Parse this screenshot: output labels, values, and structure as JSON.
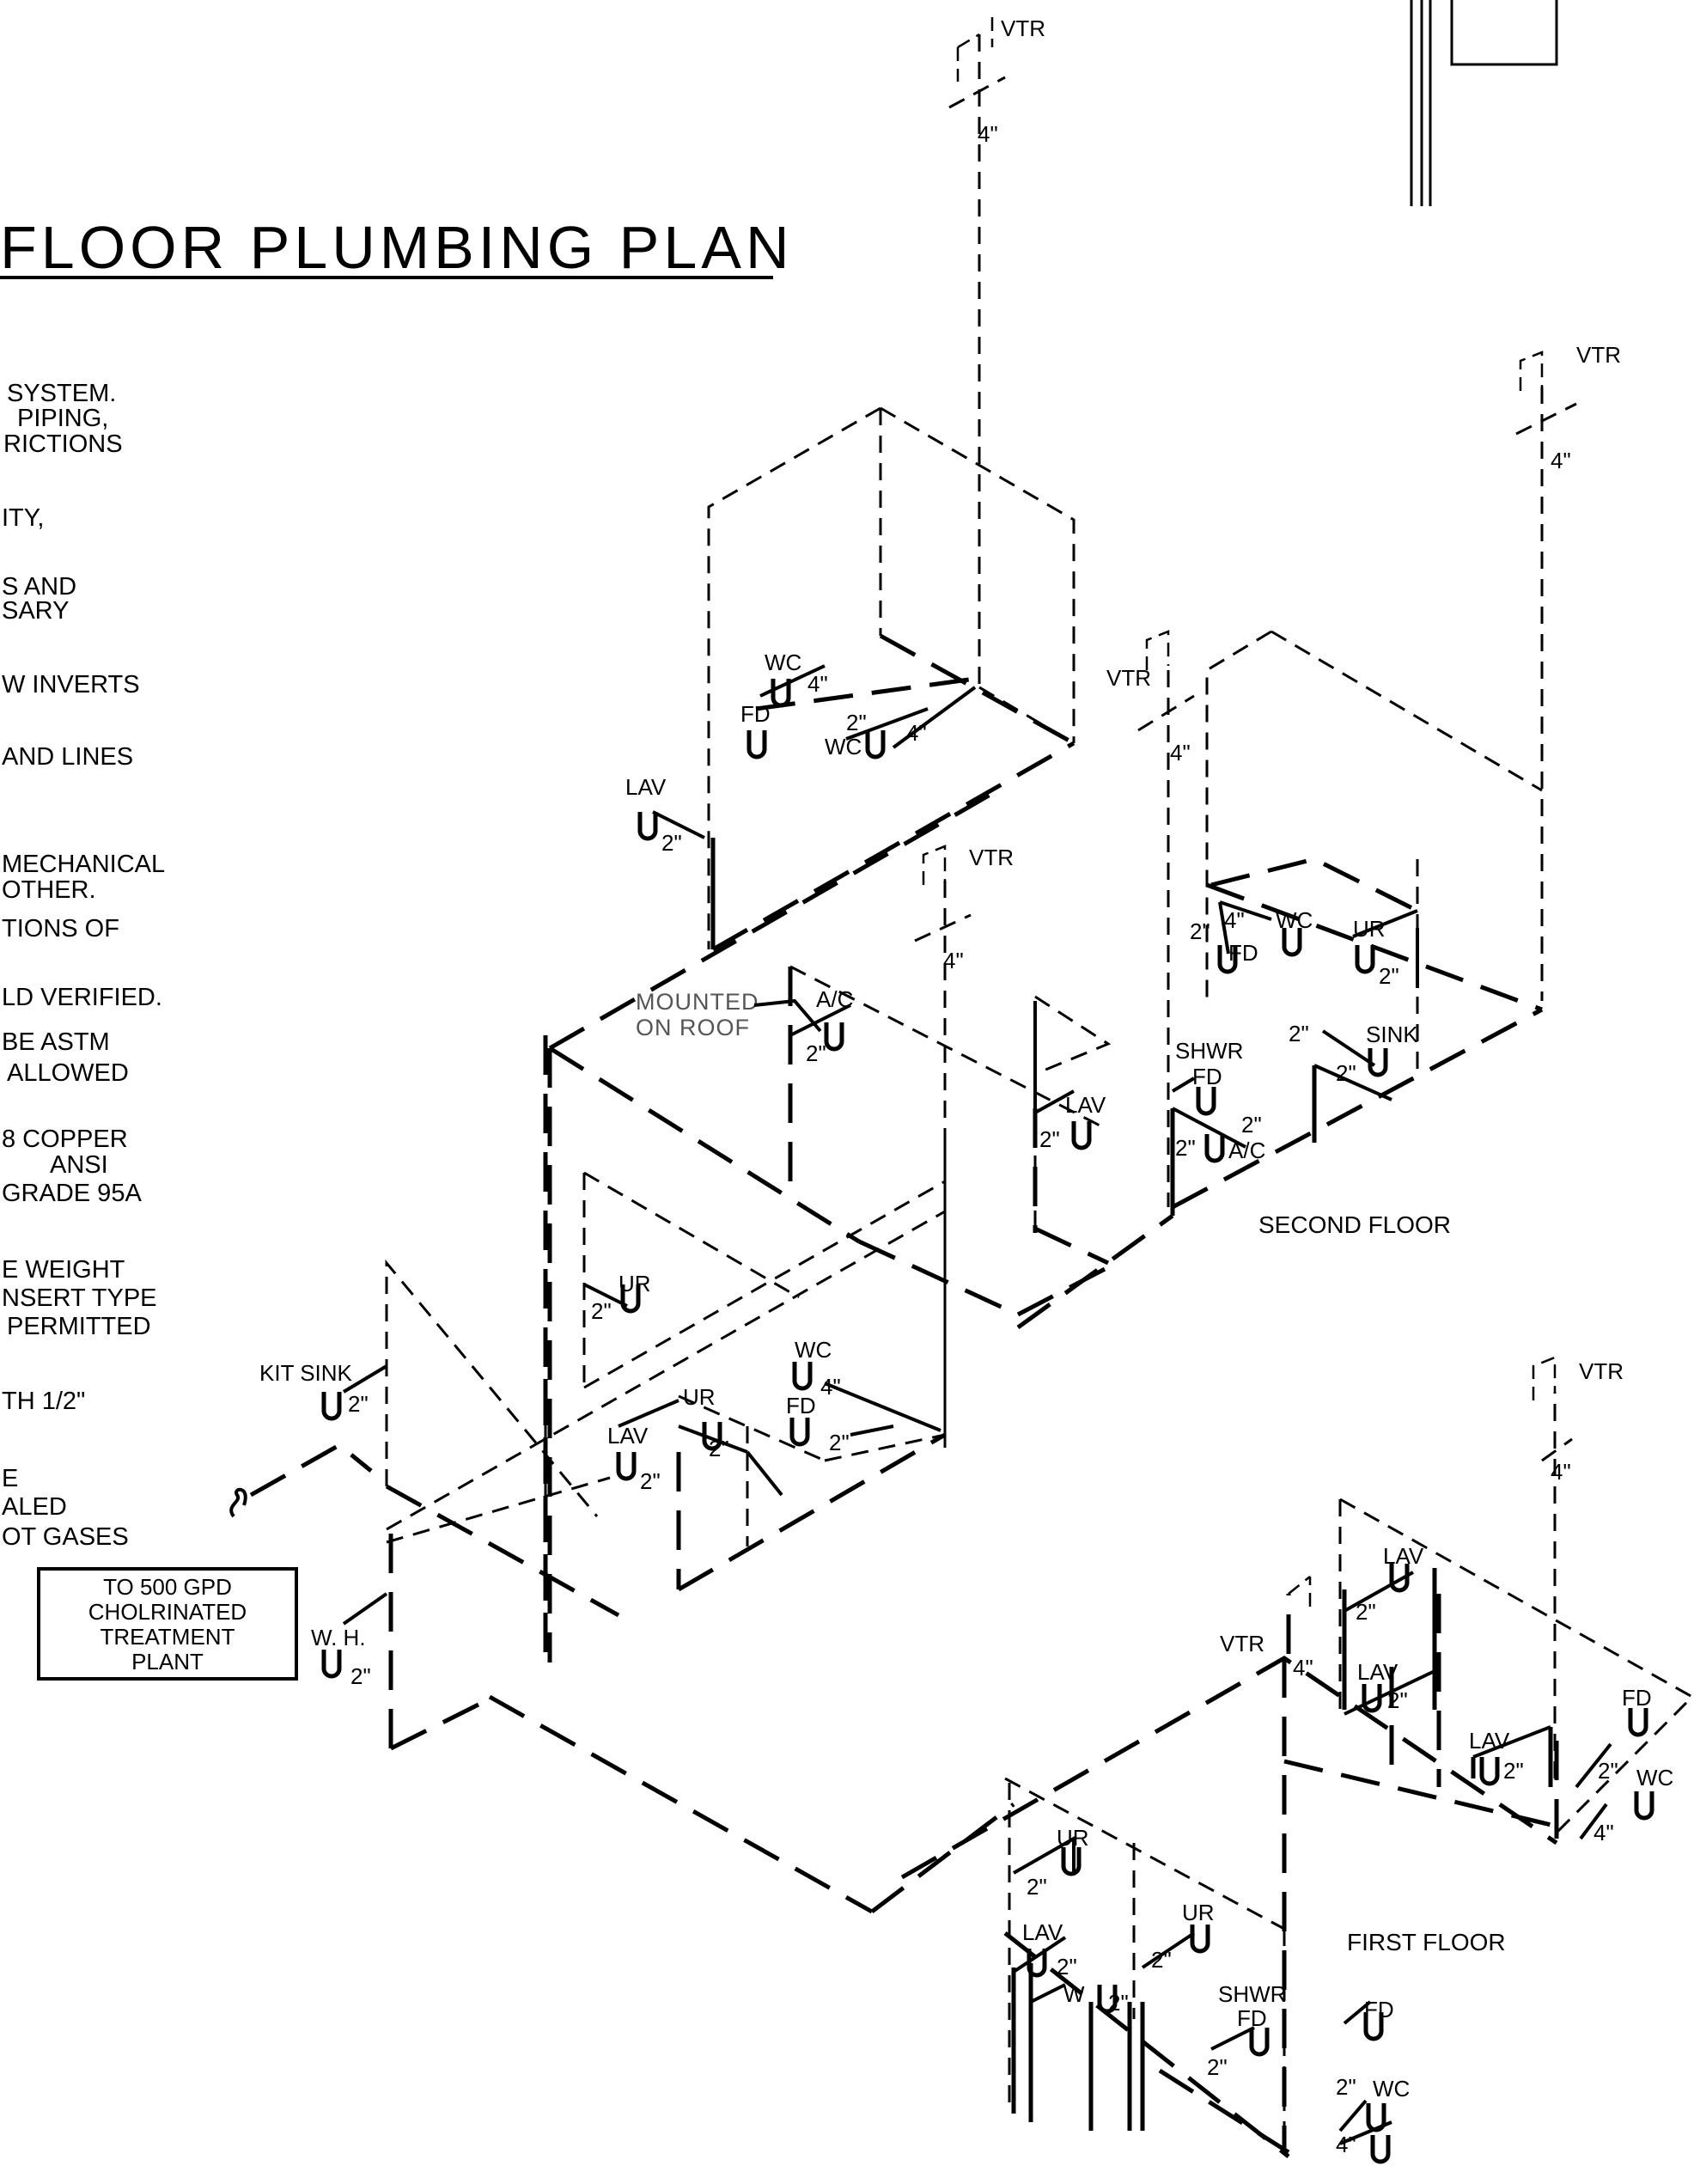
{
  "title": "FLOOR  PLUMBING  PLAN",
  "notes": [
    "SYSTEM.",
    "PIPING,",
    "RICTIONS",
    "ITY,",
    "S  AND",
    "SARY",
    "W  INVERTS",
    "AND  LINES",
    "MECHANICAL",
    "OTHER.",
    "TIONS  OF",
    "LD  VERIFIED.",
    "BE  ASTM",
    "ALLOWED",
    "8  COPPER",
    "ANSI",
    "GRADE  95A",
    "E  WEIGHT",
    "NSERT  TYPE",
    "PERMITTED",
    "TH  1/2\"",
    "E",
    "ALED",
    "OT  GASES"
  ],
  "treatment_box": [
    "TO  500  GPD",
    "CHOLRINATED",
    "TREATMENT",
    "PLANT"
  ],
  "floor_labels": {
    "second": "SECOND  FLOOR",
    "first": "FIRST  FLOOR"
  },
  "roof_note": [
    "MOUNTED",
    "ON  ROOF"
  ],
  "fixtures": {
    "vtr": "VTR",
    "wc": "WC",
    "fd": "FD",
    "lav": "LAV",
    "ur": "UR",
    "sink": "SINK",
    "kit_sink": "KIT  SINK",
    "shwr": "SHWR",
    "ac": "A/C",
    "wh": "W.  H.",
    "w": "W"
  },
  "sizes": {
    "two_inch": "2\"",
    "four_inch": "4\""
  }
}
